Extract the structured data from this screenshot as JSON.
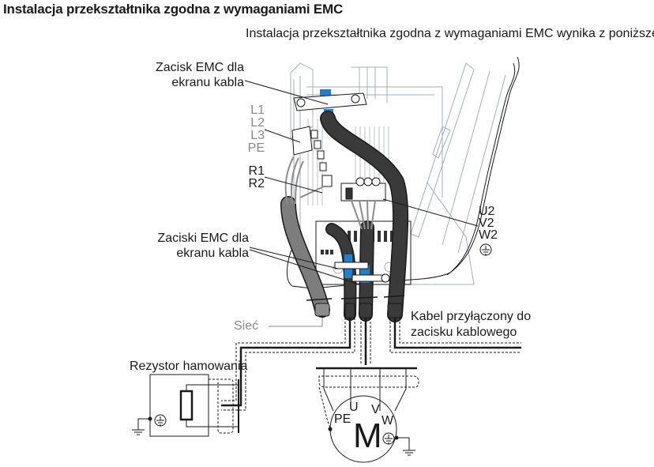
{
  "header": {
    "title": "Instalacja przekształtnika zgodna z wymaganiami EMC",
    "subtitle": "Instalacja przekształtnika zgodna z wymaganiami EMC wynika z poniższego rysunku."
  },
  "diagram": {
    "labels": {
      "emc_clamp_top_line1": "Zacisk EMC dla",
      "emc_clamp_top_line2": "ekranu kabla",
      "l1": "L1",
      "l2": "L2",
      "l3": "L3",
      "pe": "PE",
      "r1": "R1",
      "r2": "R2",
      "emc_clamps_bottom_line1": "Zaciski EMC dla",
      "emc_clamps_bottom_line2": "ekranu kabla",
      "u2": "U2",
      "v2": "V2",
      "w2": "W2",
      "mains": "Sieć",
      "cable_terminal_line1": "Kabel przyłączony do",
      "cable_terminal_line2": "zacisku kablowego",
      "brake_resistor": "Rezystor hamowania",
      "motor_pe": "PE",
      "motor_u": "U",
      "motor_v": "V",
      "motor_w": "W",
      "motor_m": "M"
    },
    "icons": {
      "ground_symbol": "protective-earth-icon",
      "earth": "earth-ground-icon"
    },
    "colors": {
      "cable_dark": "#3a3a3a",
      "cable_gray": "#7d7d7d",
      "clamp_blue": "#1e7fd0",
      "line_art": "#9fb0bd",
      "label_gray": "#8a8a8a"
    }
  }
}
